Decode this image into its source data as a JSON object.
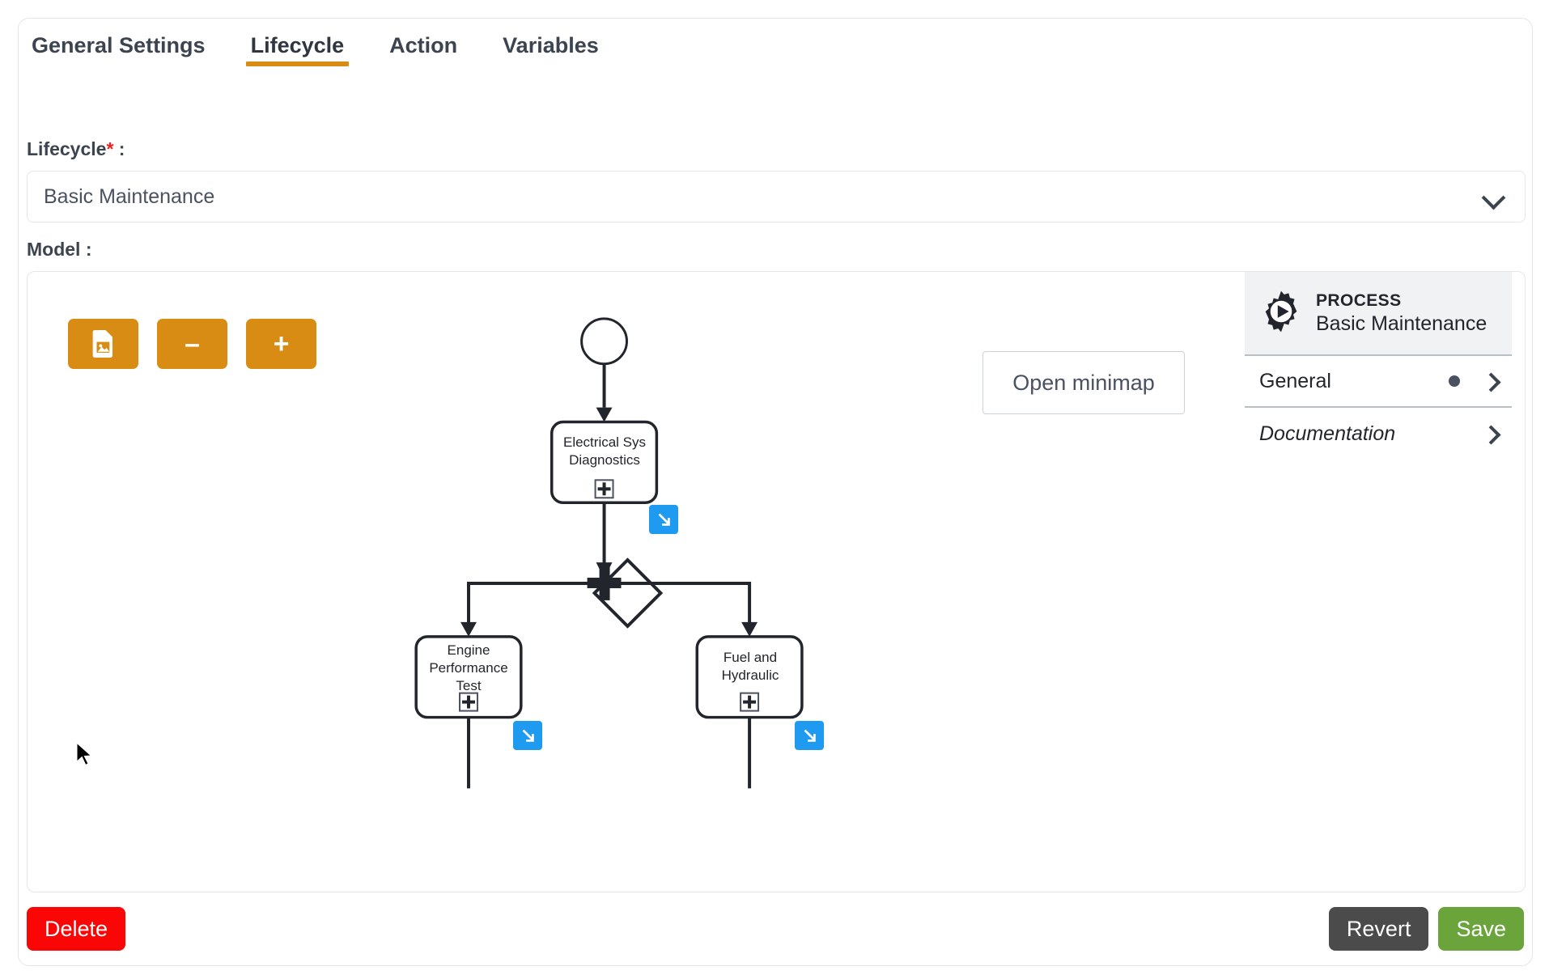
{
  "tabs": [
    {
      "label": "General Settings",
      "active": false
    },
    {
      "label": "Lifecycle",
      "active": true
    },
    {
      "label": "Action",
      "active": false
    },
    {
      "label": "Variables",
      "active": false
    }
  ],
  "form": {
    "lifecycle_label": "Lifecycle",
    "required_marker": "*",
    "label_suffix": " :",
    "lifecycle_value": "Basic Maintenance",
    "model_label": "Model :"
  },
  "canvas": {
    "toolbar": [
      {
        "name": "export-image-button",
        "icon": "file-image-icon",
        "label": ""
      },
      {
        "name": "zoom-out-button",
        "icon": "minus-icon",
        "label": "–"
      },
      {
        "name": "zoom-in-button",
        "icon": "plus-icon",
        "label": "+"
      }
    ],
    "minimap_label": "Open minimap"
  },
  "properties": {
    "kind": "PROCESS",
    "name": "Basic Maintenance",
    "icon": "process-gear-play-icon",
    "rows": [
      {
        "label": "General",
        "italic": false,
        "has_dot": true
      },
      {
        "label": "Documentation",
        "italic": true,
        "has_dot": false
      }
    ]
  },
  "diagram": {
    "type": "bpmn",
    "start_event": {
      "name": "start-event"
    },
    "nodes": [
      {
        "id": "task1",
        "label": "Electrical Sys Diagnostics",
        "marker": "sub-process-plus"
      },
      {
        "id": "gateway1",
        "label": "",
        "marker": "parallel-gateway"
      },
      {
        "id": "task2",
        "label": "Engine Performance Test",
        "marker": "sub-process-plus"
      },
      {
        "id": "task3",
        "label": "Fuel and Hydraulic",
        "marker": "sub-process-plus"
      }
    ],
    "badges": [
      {
        "for": "task1",
        "icon": "arrow-down-right-icon"
      },
      {
        "for": "task2",
        "icon": "arrow-down-right-icon"
      },
      {
        "for": "task3",
        "icon": "arrow-down-right-icon"
      }
    ]
  },
  "footer": {
    "delete_label": "Delete",
    "revert_label": "Revert",
    "save_label": "Save"
  },
  "colors": {
    "accent_orange": "#d98c14",
    "badge_blue": "#1e9af0",
    "delete_red": "#fb0606",
    "revert_gray": "#4b4b4b",
    "save_green": "#6aa43a",
    "text_dark": "#3c4450"
  }
}
